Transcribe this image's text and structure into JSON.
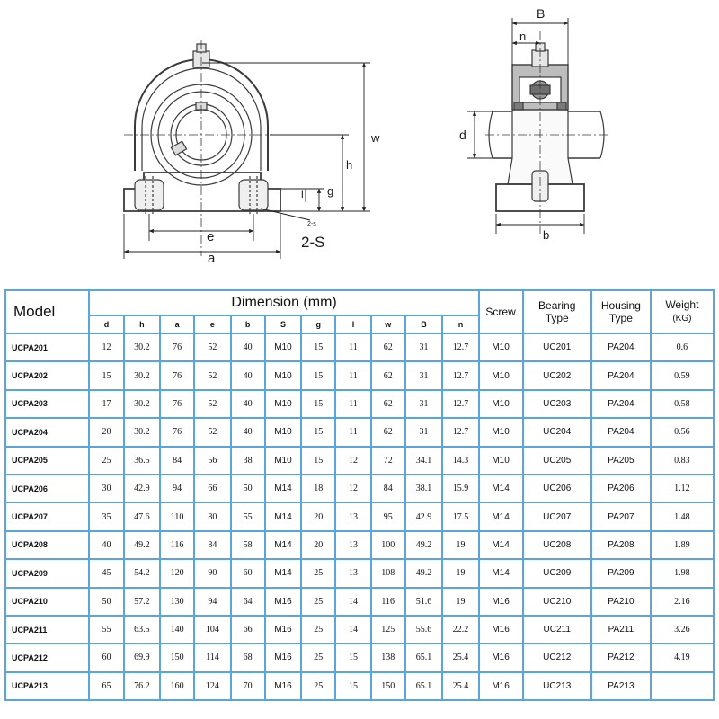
{
  "drawing": {
    "labels": {
      "w": "w",
      "h": "h",
      "g": "g",
      "l": "l",
      "e": "e",
      "a": "a",
      "two_s_small": "2-s",
      "two_s": "2-S",
      "B": "B",
      "n": "n",
      "d": "d",
      "b": "b"
    }
  },
  "table": {
    "model_header": "Model",
    "dimension_header": "Dimension (mm)",
    "dimension_columns": [
      "d",
      "h",
      "a",
      "e",
      "b",
      "S",
      "g",
      "l",
      "w",
      "B",
      "n"
    ],
    "screw_header": "Screw",
    "bearing_header": [
      "Bearing",
      "Type"
    ],
    "housing_header": [
      "Housing",
      "Type"
    ],
    "weight_header": [
      "Weight",
      "(KG)"
    ],
    "rows": [
      {
        "model": "UCPA201",
        "d": "12",
        "h": "30.2",
        "a": "76",
        "e": "52",
        "b": "40",
        "S": "M10",
        "g": "15",
        "l": "11",
        "w": "62",
        "B": "31",
        "n": "12.7",
        "screw": "M10",
        "bearing": "UC201",
        "housing": "PA204",
        "weight": "0.6"
      },
      {
        "model": "UCPA202",
        "d": "15",
        "h": "30.2",
        "a": "76",
        "e": "52",
        "b": "40",
        "S": "M10",
        "g": "15",
        "l": "11",
        "w": "62",
        "B": "31",
        "n": "12.7",
        "screw": "M10",
        "bearing": "UC202",
        "housing": "PA204",
        "weight": "0.59"
      },
      {
        "model": "UCPA203",
        "d": "17",
        "h": "30.2",
        "a": "76",
        "e": "52",
        "b": "40",
        "S": "M10",
        "g": "15",
        "l": "11",
        "w": "62",
        "B": "31",
        "n": "12.7",
        "screw": "M10",
        "bearing": "UC203",
        "housing": "PA204",
        "weight": "0.58"
      },
      {
        "model": "UCPA204",
        "d": "20",
        "h": "30.2",
        "a": "76",
        "e": "52",
        "b": "40",
        "S": "M10",
        "g": "15",
        "l": "11",
        "w": "62",
        "B": "31",
        "n": "12.7",
        "screw": "M10",
        "bearing": "UC204",
        "housing": "PA204",
        "weight": "0.56"
      },
      {
        "model": "UCPA205",
        "d": "25",
        "h": "36.5",
        "a": "84",
        "e": "56",
        "b": "38",
        "S": "M10",
        "g": "15",
        "l": "12",
        "w": "72",
        "B": "34.1",
        "n": "14.3",
        "screw": "M10",
        "bearing": "UC205",
        "housing": "PA205",
        "weight": "0.83"
      },
      {
        "model": "UCPA206",
        "d": "30",
        "h": "42.9",
        "a": "94",
        "e": "66",
        "b": "50",
        "S": "M14",
        "g": "18",
        "l": "12",
        "w": "84",
        "B": "38.1",
        "n": "15.9",
        "screw": "M14",
        "bearing": "UC206",
        "housing": "PA206",
        "weight": "1.12"
      },
      {
        "model": "UCPA207",
        "d": "35",
        "h": "47.6",
        "a": "110",
        "e": "80",
        "b": "55",
        "S": "M14",
        "g": "20",
        "l": "13",
        "w": "95",
        "B": "42.9",
        "n": "17.5",
        "screw": "M14",
        "bearing": "UC207",
        "housing": "PA207",
        "weight": "1.48"
      },
      {
        "model": "UCPA208",
        "d": "40",
        "h": "49.2",
        "a": "116",
        "e": "84",
        "b": "58",
        "S": "M14",
        "g": "20",
        "l": "13",
        "w": "100",
        "B": "49.2",
        "n": "19",
        "screw": "M14",
        "bearing": "UC208",
        "housing": "PA208",
        "weight": "1.89"
      },
      {
        "model": "UCPA209",
        "d": "45",
        "h": "54.2",
        "a": "120",
        "e": "90",
        "b": "60",
        "S": "M14",
        "g": "25",
        "l": "13",
        "w": "108",
        "B": "49.2",
        "n": "19",
        "screw": "M14",
        "bearing": "UC209",
        "housing": "PA209",
        "weight": "1.98"
      },
      {
        "model": "UCPA210",
        "d": "50",
        "h": "57.2",
        "a": "130",
        "e": "94",
        "b": "64",
        "S": "M16",
        "g": "25",
        "l": "14",
        "w": "116",
        "B": "51.6",
        "n": "19",
        "screw": "M16",
        "bearing": "UC210",
        "housing": "PA210",
        "weight": "2.16"
      },
      {
        "model": "UCPA211",
        "d": "55",
        "h": "63.5",
        "a": "140",
        "e": "104",
        "b": "66",
        "S": "M16",
        "g": "25",
        "l": "14",
        "w": "125",
        "B": "55.6",
        "n": "22.2",
        "screw": "M16",
        "bearing": "UC211",
        "housing": "PA211",
        "weight": "3.26"
      },
      {
        "model": "UCPA212",
        "d": "60",
        "h": "69.9",
        "a": "150",
        "e": "114",
        "b": "68",
        "S": "M16",
        "g": "25",
        "l": "15",
        "w": "138",
        "B": "65.1",
        "n": "25.4",
        "screw": "M16",
        "bearing": "UC212",
        "housing": "PA212",
        "weight": "4.19"
      },
      {
        "model": "UCPA213",
        "d": "65",
        "h": "76.2",
        "a": "160",
        "e": "124",
        "b": "70",
        "S": "M16",
        "g": "25",
        "l": "15",
        "w": "150",
        "B": "65.1",
        "n": "25.4",
        "screw": "M16",
        "bearing": "UC213",
        "housing": "PA213",
        "weight": ""
      }
    ]
  }
}
